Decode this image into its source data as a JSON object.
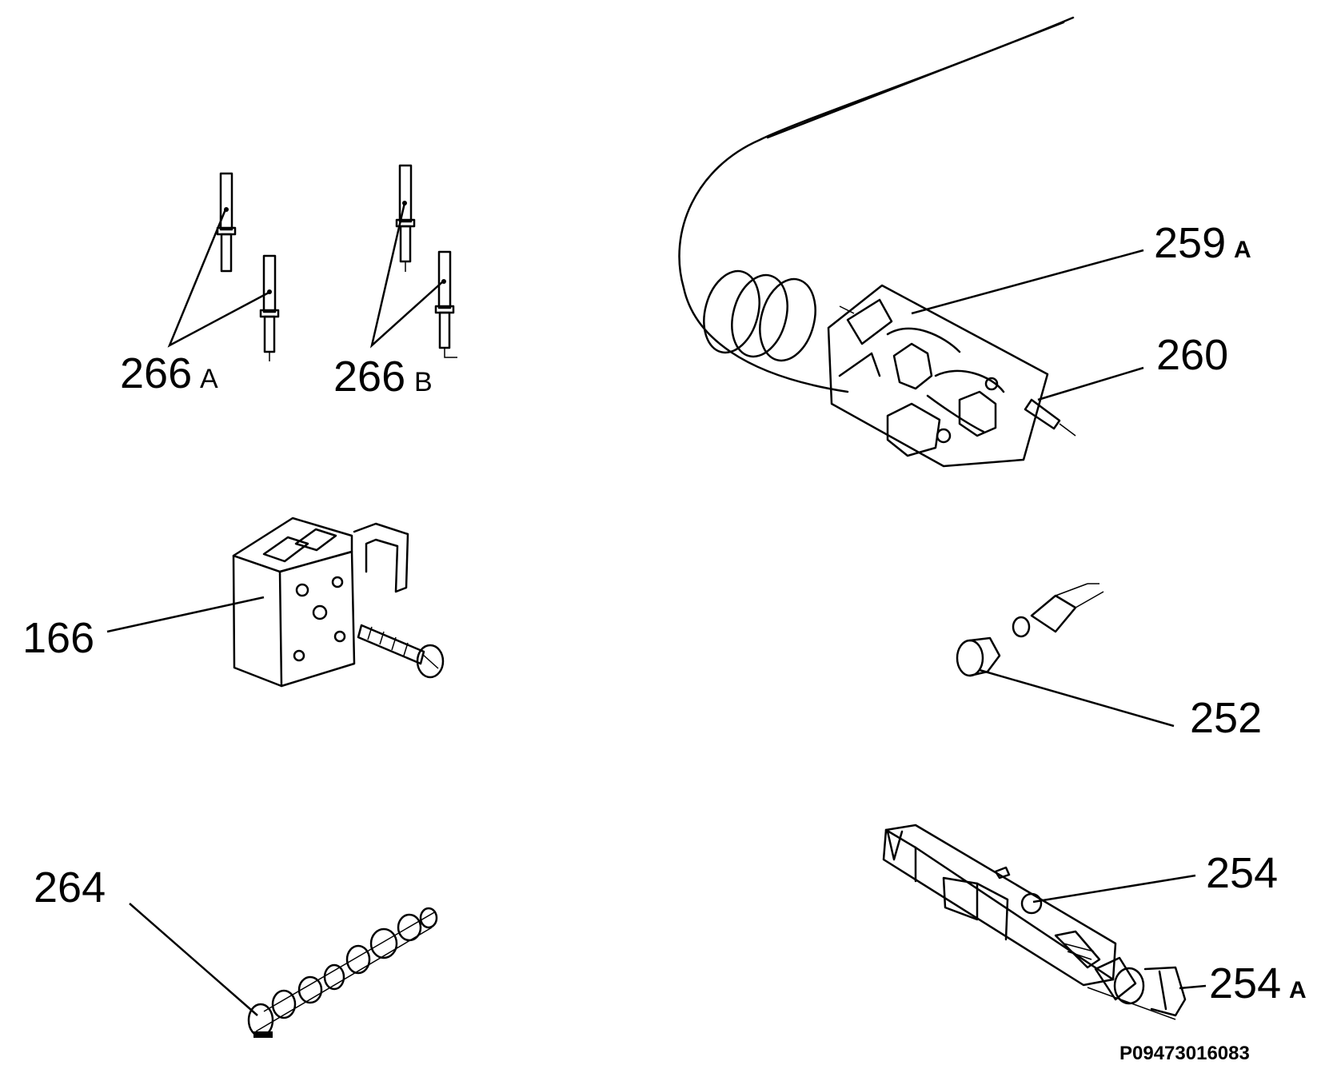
{
  "labels": {
    "l266a": {
      "num": "266",
      "suffix": "A"
    },
    "l266b": {
      "num": "266",
      "suffix": "B"
    },
    "l259a": {
      "num": "259",
      "suffix": "A"
    },
    "l260": {
      "num": "260"
    },
    "l166": {
      "num": "166"
    },
    "l252": {
      "num": "252"
    },
    "l264": {
      "num": "264"
    },
    "l254": {
      "num": "254"
    },
    "l254a": {
      "num": "254",
      "suffix": "A"
    }
  },
  "drawing_code": "P09473016083"
}
